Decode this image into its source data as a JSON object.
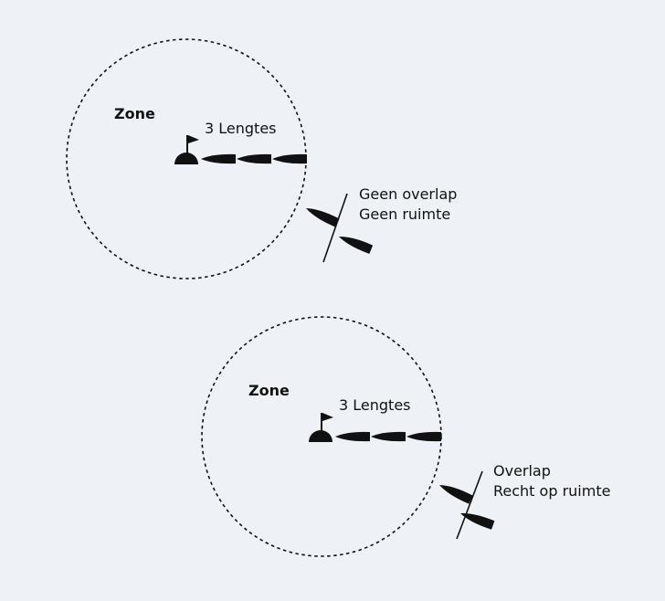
{
  "diagrams": [
    {
      "zone_label": "Zone",
      "distance_label": "3 Lengtes",
      "status_line1": "Geen overlap",
      "status_line2": "Geen ruimte"
    },
    {
      "zone_label": "Zone",
      "distance_label": "3 Lengtes",
      "status_line1": "Overlap",
      "status_line2": "Recht op ruimte"
    }
  ]
}
